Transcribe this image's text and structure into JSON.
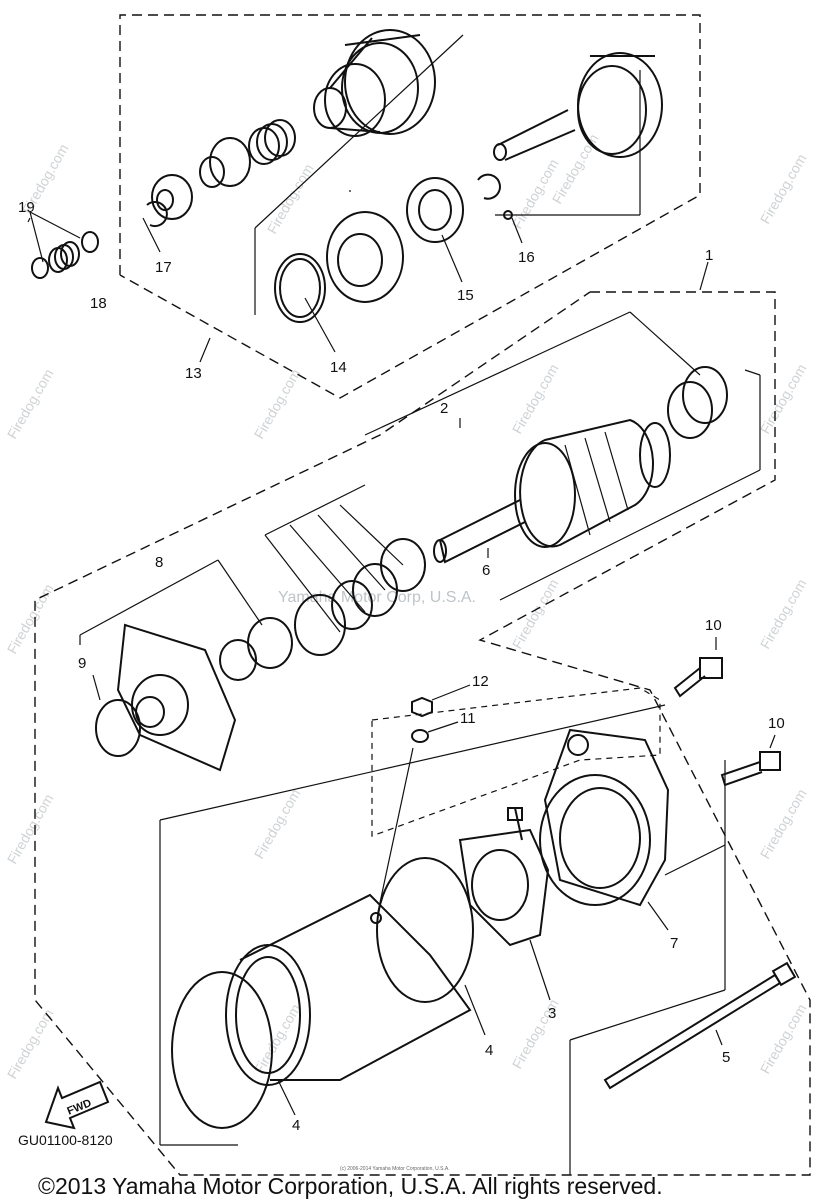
{
  "diagram": {
    "callouts": {
      "c1": "1",
      "c2": "2",
      "c3": "3",
      "c4a": "4",
      "c4b": "4",
      "c5": "5",
      "c6": "6",
      "c7": "7",
      "c8": "8",
      "c9": "9",
      "c10a": "10",
      "c10b": "10",
      "c11": "11",
      "c12": "12",
      "c13": "13",
      "c14": "14",
      "c15": "15",
      "c16": "16",
      "c17": "17",
      "c18": "18",
      "c19": "19"
    },
    "watermark_text": "Firedog.com",
    "center_watermark": "Yamaha Motor Corp, U.S.A.",
    "fwd_label": "FWD",
    "diagram_code": "GU01100-8120",
    "fine_print": "(c) 2006-2014 Yamaha Motor Corporation, U.S.A.",
    "copyright": "©2013 Yamaha Motor Corporation, U.S.A. All rights reserved."
  }
}
